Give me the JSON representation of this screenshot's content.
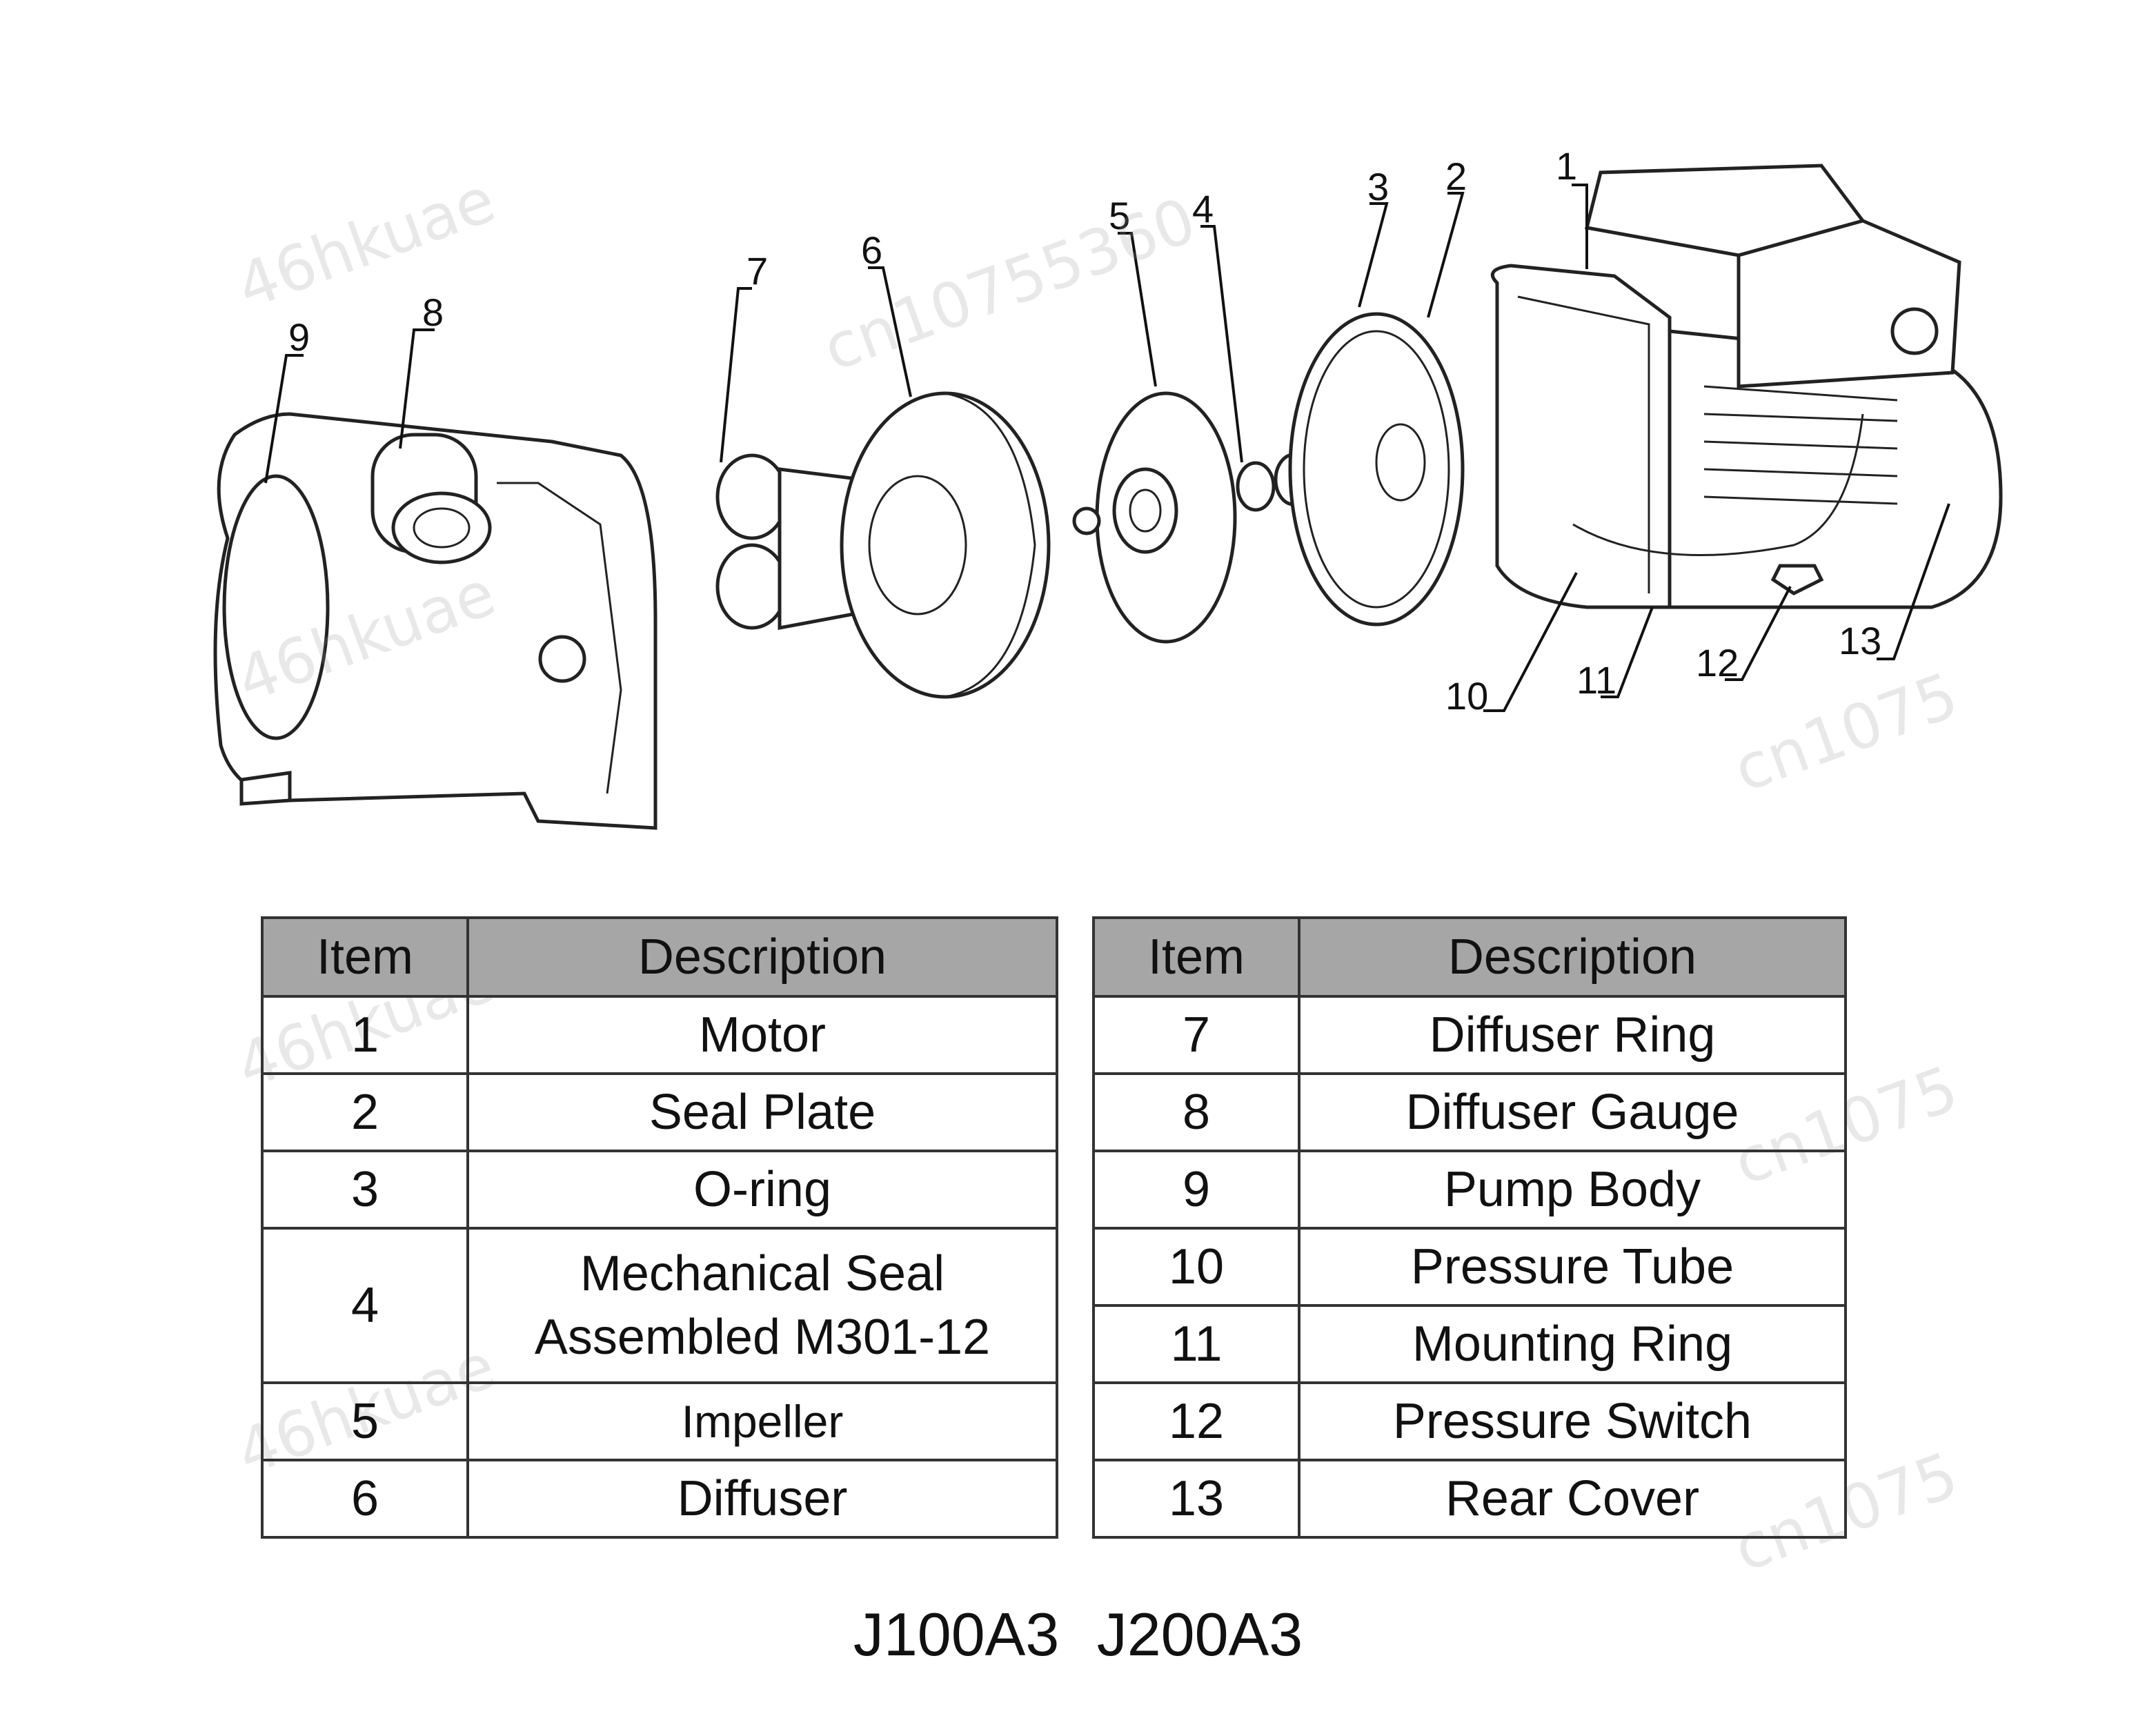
{
  "callouts": [
    "1",
    "2",
    "3",
    "4",
    "5",
    "6",
    "7",
    "8",
    "9",
    "10",
    "11",
    "12",
    "13"
  ],
  "table_left": {
    "headers": {
      "item": "Item",
      "description": "Description"
    },
    "rows": [
      {
        "item": "1",
        "description": "Motor"
      },
      {
        "item": "2",
        "description": "Seal Plate"
      },
      {
        "item": "3",
        "description": "O-ring"
      },
      {
        "item": "4",
        "description_line1": "Mechanical Seal",
        "description_line2": "Assembled M301-12"
      },
      {
        "item": "5",
        "description": "Impeller"
      },
      {
        "item": "6",
        "description": "Diffuser"
      }
    ]
  },
  "table_right": {
    "headers": {
      "item": "Item",
      "description": "Description"
    },
    "rows": [
      {
        "item": "7",
        "description": "Diffuser Ring"
      },
      {
        "item": "8",
        "description": "Diffuser Gauge"
      },
      {
        "item": "9",
        "description": "Pump Body"
      },
      {
        "item": "10",
        "description": "Pressure Tube"
      },
      {
        "item": "11",
        "description": "Mounting Ring"
      },
      {
        "item": "12",
        "description": "Pressure Switch"
      },
      {
        "item": "13",
        "description": "Rear Cover"
      }
    ]
  },
  "model_label": "J100A3 J200A3",
  "watermarks": [
    "46hkuae",
    "cn10755360",
    "46hkuae",
    "cn1075",
    "46hkuae",
    "cn1075",
    "46hkuae",
    "cn1075"
  ]
}
